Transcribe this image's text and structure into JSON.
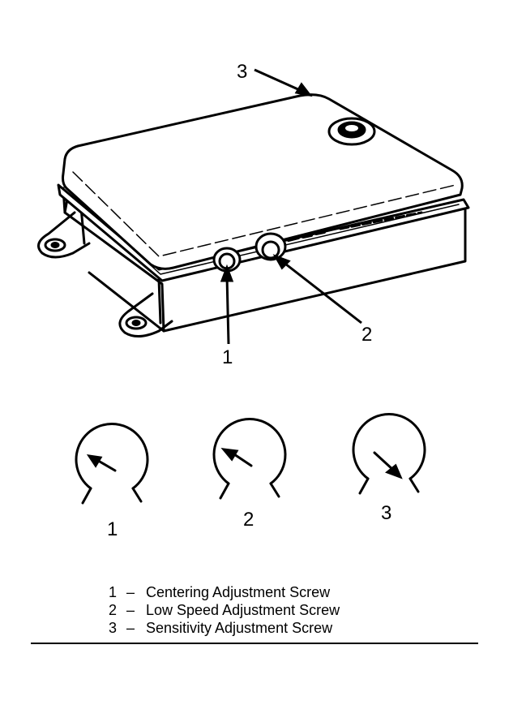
{
  "callouts": [
    {
      "number": "3",
      "target": "module-housing"
    },
    {
      "number": "2",
      "target": "low-speed-screw"
    },
    {
      "number": "1",
      "target": "centering-screw"
    }
  ],
  "dials": [
    {
      "number": "1",
      "pointer": "upper-left"
    },
    {
      "number": "2",
      "pointer": "upper-left"
    },
    {
      "number": "3",
      "pointer": "lower-right"
    }
  ],
  "legend": [
    {
      "number": "1",
      "separator": "–",
      "label": "Centering Adjustment Screw"
    },
    {
      "number": "2",
      "separator": "–",
      "label": "Low Speed Adjustment Screw"
    },
    {
      "number": "3",
      "separator": "–",
      "label": "Sensitivity Adjustment Screw"
    }
  ]
}
